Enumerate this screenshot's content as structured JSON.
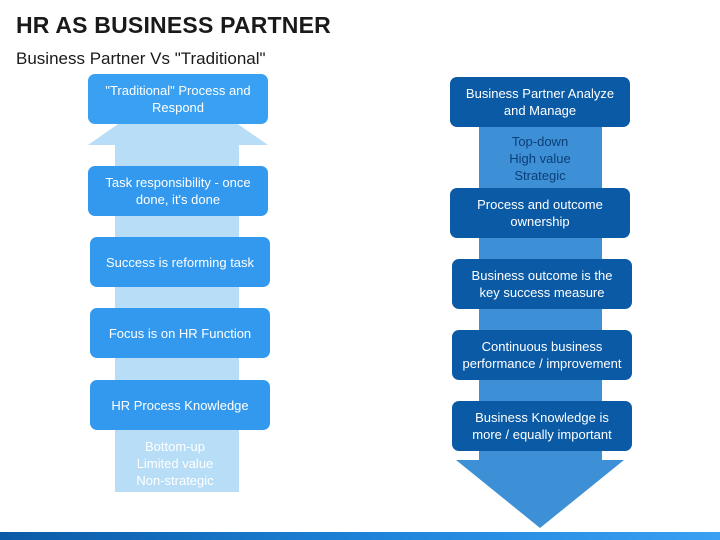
{
  "header": {
    "title": "HR AS BUSINESS PARTNER",
    "subtitle": "Business Partner Vs \"Traditional\""
  },
  "traditional": {
    "top_box": "\"Traditional\" Process and Respond",
    "steps": [
      "Task responsibility - once done, it's done",
      "Success is reforming task",
      "Focus is on HR Function",
      "HR Process Knowledge"
    ],
    "caption": [
      "Bottom-up",
      "Limited value",
      "Non-strategic"
    ]
  },
  "business_partner": {
    "top_box": "Business Partner Analyze and Manage",
    "caption": [
      "Top-down",
      "High value",
      "Strategic"
    ],
    "steps": [
      "Process and outcome ownership",
      "Business outcome is the key success measure",
      "Continuous business performance / improvement",
      "Business Knowledge is more / equally important"
    ]
  },
  "colors": {
    "left_arrow": "#b7ddf7",
    "left_box": "#3399ee",
    "right_arrow": "#3d8fd6",
    "right_box": "#0b5aa6"
  }
}
